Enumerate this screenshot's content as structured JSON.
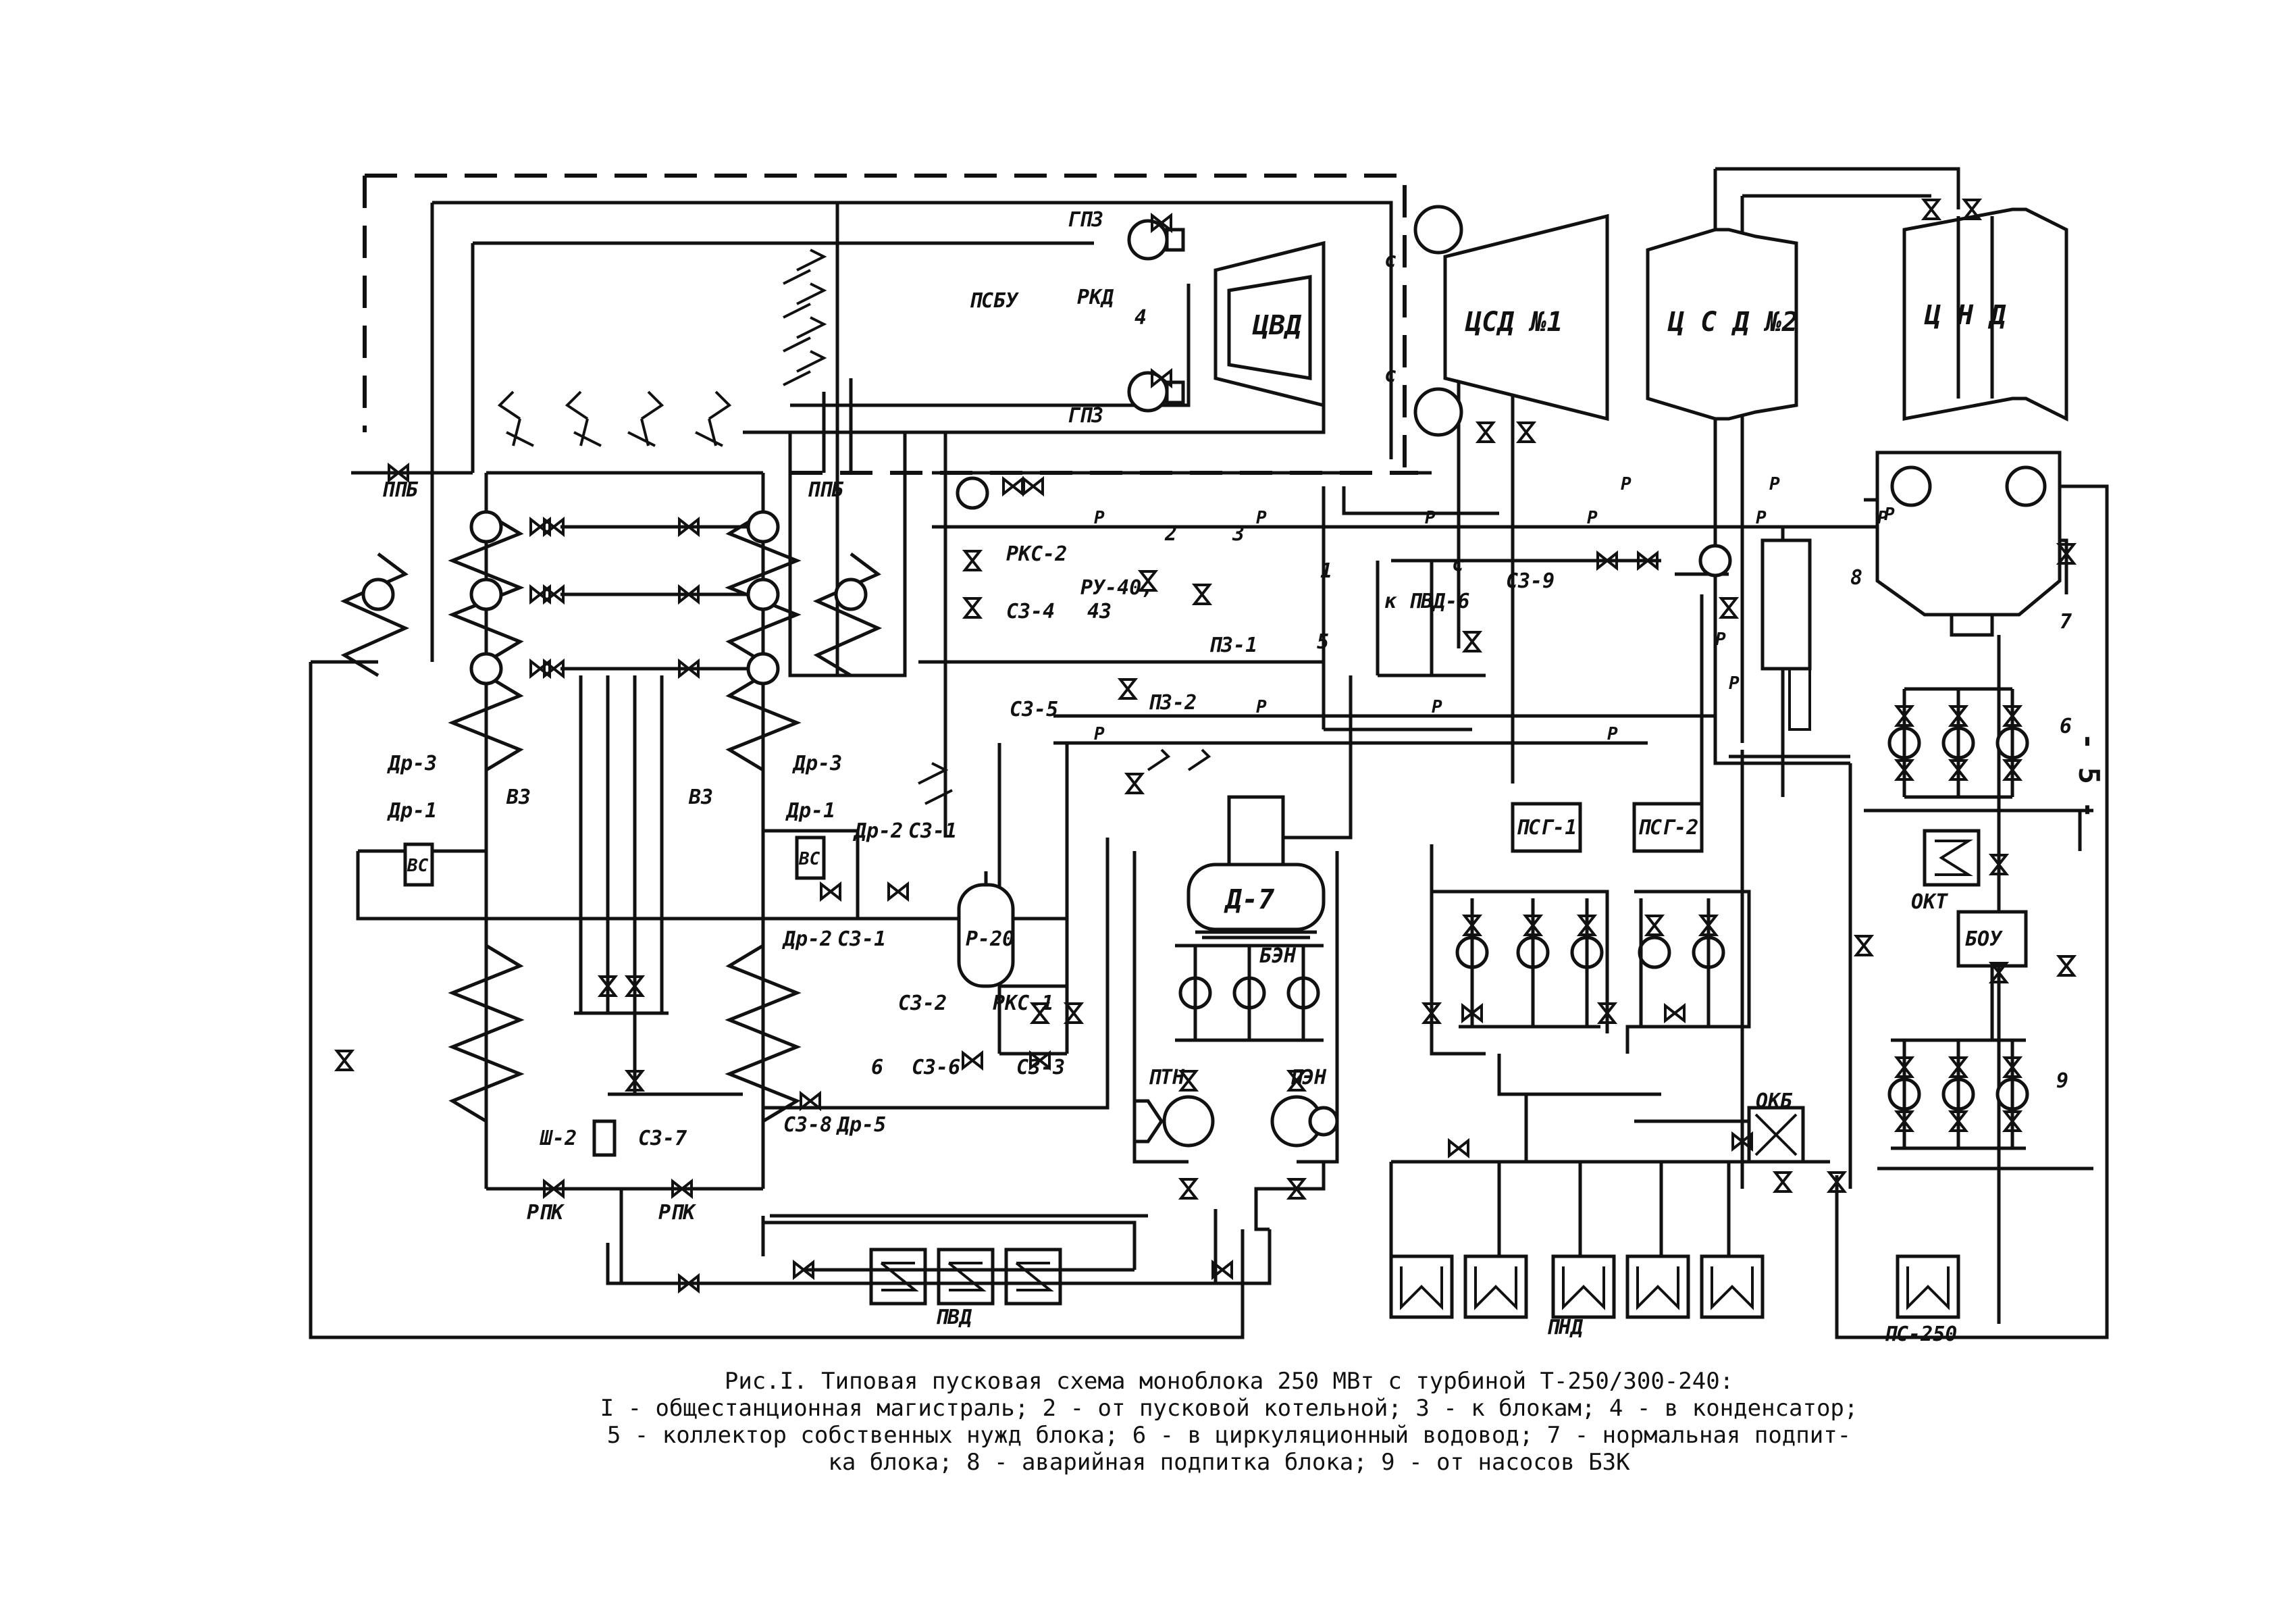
{
  "page_number": "- 5 -",
  "caption": {
    "title": "Рис.I. Типовая пусковая схема моноблока 250 МВт с турбиной Т-250/300-240:",
    "legend_lines": [
      "I - общестанционная магистраль; 2 - от пусковой котельной; 3 - к блокам; 4 - в конденсатор;",
      "5 - коллектор собственных нужд блока; 6 - в циркуляционный водовод; 7 - нормальная подпит-",
      "ка блока; 8 - аварийная подпитка блока; 9 - от насосов БЗК"
    ]
  },
  "components": {
    "cvd": "ЦВД",
    "csd1": "ЦСД №1",
    "csd2": "Ц С Д №2",
    "cnd": "Ц Н Д",
    "psbu": "ПСБУ",
    "rkd": "РКД",
    "gpz_top": "ГПЗ",
    "gpz_bottom": "ГПЗ",
    "ppb_left": "ППБ",
    "ppb_right": "ППБ",
    "rks2": "РКС-2",
    "ru40": "РУ-40,",
    "ru40b": "43",
    "sz4": "СЗ-4",
    "pz1": "ПЗ-1",
    "pz2": "ПЗ-2",
    "sz5": "СЗ-5",
    "sz9": "СЗ-9",
    "k_pvd6": "к ПВД-6",
    "d7": "Д-7",
    "ben": "БЭН",
    "ptn": "ПТН",
    "pen": "ПЭН",
    "r20": "Р-20",
    "rks1": "РКС-1",
    "sz1": "СЗ-1",
    "sz1b": "СЗ-1",
    "sz2": "СЗ-2",
    "sz3": "СЗ-3",
    "sz6": "СЗ-6",
    "sz7": "СЗ-7",
    "sz8": "СЗ-8",
    "dr1_l": "Др-1",
    "dr3_l": "Др-3",
    "dr1_r": "Др-1",
    "dr3_r": "Др-3",
    "dr2_a": "Др-2",
    "dr2_b": "Др-2",
    "dr5": "Др-5",
    "vz_l": "ВЗ",
    "vz_r": "ВЗ",
    "vs_l": "ВС",
    "vs_r": "ВС",
    "sh2": "Ш-2",
    "rpk_l": "РПК",
    "rpk_r": "РПК",
    "pvd": "ПВД",
    "pnd": "ПНД",
    "psg1": "ПСГ-1",
    "psg2": "ПСГ-2",
    "okb": "ОКБ",
    "okt": "ОКТ",
    "bou": "БОУ",
    "ps250": "ПС-250",
    "c_a": "с",
    "c_b": "с",
    "c_c": "с",
    "n1": "1",
    "n2": "2",
    "n3": "3",
    "n4": "4",
    "n5": "5",
    "n6a": "6",
    "n6b": "6",
    "n7": "7",
    "n8": "8",
    "n9": "9",
    "p": "Р"
  }
}
